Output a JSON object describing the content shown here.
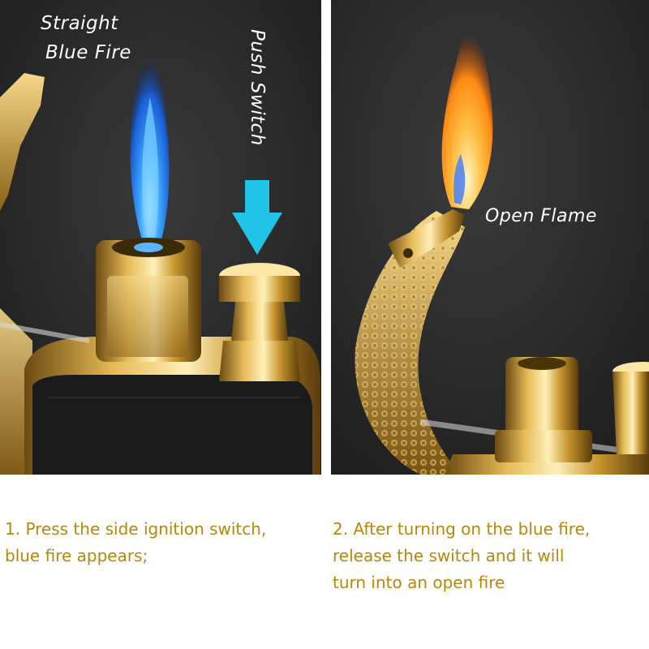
{
  "labels": {
    "straight": "Straight",
    "blue_fire": "Blue Fire",
    "push_switch": "Push Switch",
    "open_flame": "Open Flame"
  },
  "captions": {
    "step1": [
      "1. Press the side ignition switch,",
      "blue fire appears;"
    ],
    "step2": [
      "2. After turning on the blue fire,",
      "release the switch and it will",
      "turn into an open fire"
    ]
  },
  "colors": {
    "background": "#2b2b2b",
    "caption_text": "#b8860b",
    "arrow": "#1fc4e6",
    "blue_flame": "#1e8bff",
    "gold": "#c8962e",
    "open_flame": "#ff9a1f"
  },
  "icons": {
    "arrow": "down-arrow-icon"
  }
}
